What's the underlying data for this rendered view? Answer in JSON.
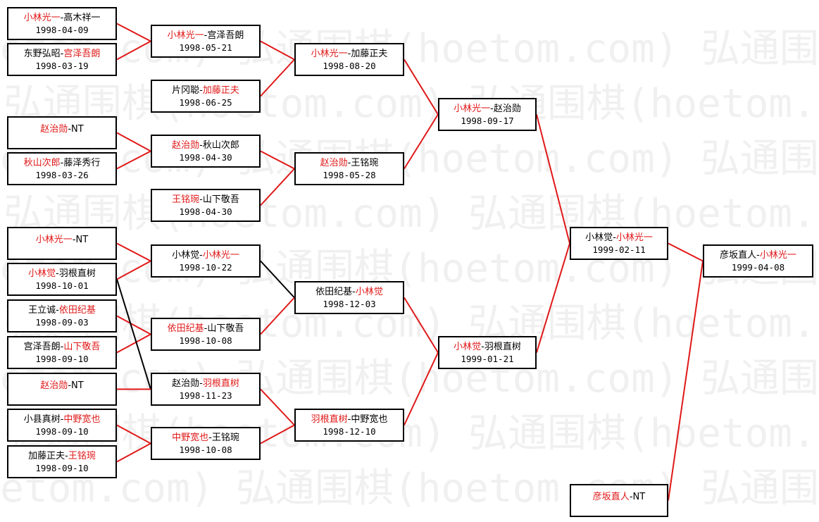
{
  "watermark": {
    "text": "弘通围棋(hoetom.com)"
  },
  "colors": {
    "win": "#e01818",
    "lose": "#000000",
    "border": "#000000"
  },
  "matches": {
    "r1_1": {
      "left": "小林光一",
      "right": "高木祥一",
      "winner": "left",
      "date": "1998-04-09"
    },
    "r1_2": {
      "left": "东野弘昭",
      "right": "宫泽吾朗",
      "winner": "right",
      "date": "1998-03-19"
    },
    "r1_3": {
      "left": "片冈聪",
      "right": "加藤正夫",
      "winner": "right",
      "date": "1998-06-25"
    },
    "r1_4": {
      "left": "赵治勋",
      "right": "NT",
      "winner": "left",
      "date": ""
    },
    "r1_5": {
      "left": "秋山次郎",
      "right": "藤泽秀行",
      "winner": "left",
      "date": "1998-03-26"
    },
    "r1_6": {
      "left": "王铭琬",
      "right": "山下敬吾",
      "winner": "left",
      "date": "1998-04-30"
    },
    "r1_7": {
      "left": "小林光一",
      "right": "NT",
      "winner": "left",
      "date": ""
    },
    "r1_8": {
      "left": "小林觉",
      "right": "羽根直树",
      "winner": "left",
      "date": "1998-10-01"
    },
    "r1_9": {
      "left": "王立诚",
      "right": "依田纪基",
      "winner": "right",
      "date": "1998-09-03"
    },
    "r1_10": {
      "left": "宫泽吾朗",
      "right": "山下敬吾",
      "winner": "right",
      "date": "1998-09-10"
    },
    "r1_11": {
      "left": "赵治勋",
      "right": "NT",
      "winner": "left",
      "date": ""
    },
    "r1_12": {
      "left": "小县真树",
      "right": "中野宽也",
      "winner": "right",
      "date": "1998-09-10"
    },
    "r1_13": {
      "left": "加藤正夫",
      "right": "王铭琬",
      "winner": "right",
      "date": "1998-09-10"
    },
    "r2_1": {
      "left": "小林光一",
      "right": "宫泽吾朗",
      "winner": "left",
      "date": "1998-05-21"
    },
    "r2_2": {
      "left": "赵治勋",
      "right": "秋山次郎",
      "winner": "left",
      "date": "1998-04-30"
    },
    "r2_3": {
      "left": "小林觉",
      "right": "小林光一",
      "winner": "right",
      "date": "1998-10-22"
    },
    "r2_4": {
      "left": "依田纪基",
      "right": "山下敬吾",
      "winner": "left",
      "date": "1998-10-08"
    },
    "r2_5": {
      "left": "赵治勋",
      "right": "羽根直树",
      "winner": "right",
      "date": "1998-11-23"
    },
    "r2_6": {
      "left": "中野宽也",
      "right": "王铭琬",
      "winner": "left",
      "date": "1998-10-08"
    },
    "r3_1": {
      "left": "小林光一",
      "right": "加藤正夫",
      "winner": "left",
      "date": "1998-08-20"
    },
    "r3_2": {
      "left": "赵治勋",
      "right": "王铭琬",
      "winner": "left",
      "date": "1998-05-28"
    },
    "r3_3": {
      "left": "依田纪基",
      "right": "小林觉",
      "winner": "right",
      "date": "1998-12-03"
    },
    "r3_4": {
      "left": "羽根直树",
      "right": "中野宽也",
      "winner": "left",
      "date": "1998-12-10"
    },
    "r4_1": {
      "left": "小林光一",
      "right": "赵治勋",
      "winner": "left",
      "date": "1998-09-17"
    },
    "r4_2": {
      "left": "小林觉",
      "right": "羽根直树",
      "winner": "left",
      "date": "1999-01-21"
    },
    "r5_1": {
      "left": "小林觉",
      "right": "小林光一",
      "winner": "right",
      "date": "1999-02-11"
    },
    "r5_2": {
      "left": "彦坂直人",
      "right": "NT",
      "winner": "left",
      "date": ""
    },
    "final": {
      "left": "彦坂直人",
      "right": "小林光一",
      "winner": "right",
      "date": "1999-04-08"
    }
  }
}
